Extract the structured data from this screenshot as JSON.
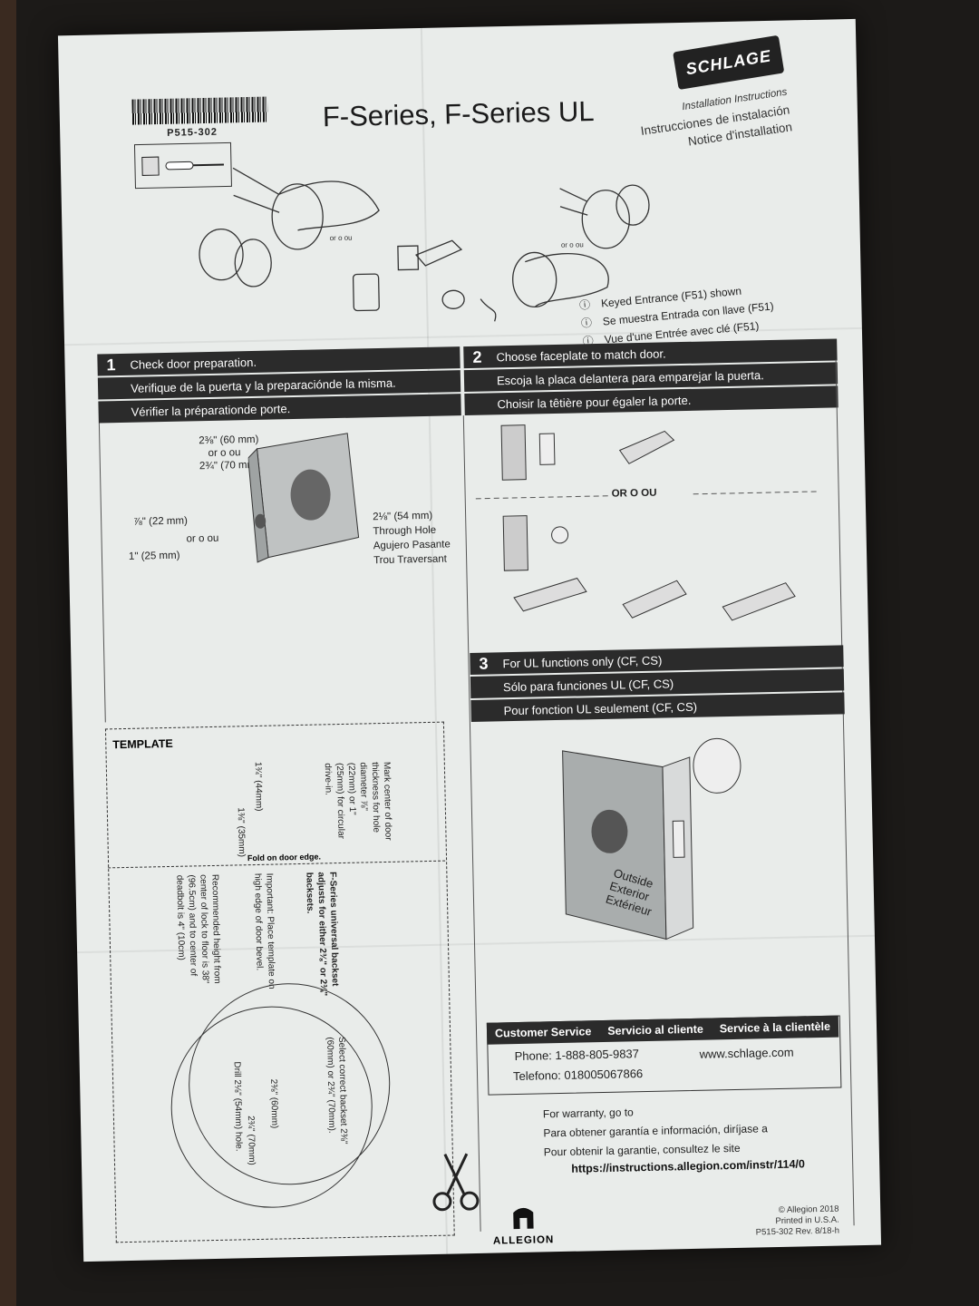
{
  "header": {
    "part_number": "P515-302",
    "title": "F-Series, F-Series UL",
    "brand": "SCHLAGE",
    "installation": [
      "Installation Instructions",
      "Instrucciones de instalación",
      "Notice d'installation"
    ]
  },
  "shown": [
    {
      "icon": "ⓘ",
      "text": "Keyed Entrance (F51) shown"
    },
    {
      "icon": "ⓘ",
      "text": "Se muestra Entrada con llave (F51)"
    },
    {
      "icon": "ⓘ",
      "text": "Vue d'une Entrée avec clé (F51)"
    }
  ],
  "exploded_labels": {
    "or1": "or o ou",
    "or2": "or o ou"
  },
  "step1": {
    "number": "1",
    "lines": [
      "Check door preparation.",
      "Verifique de la puerta y la preparaciónde la misma.",
      "Vérifier la préparationde porte."
    ],
    "backset_a": "2⅜\" (60 mm)",
    "or_a": "or  o  ou",
    "backset_b": "2¾\" (70 mm)",
    "hole": [
      "2⅛\" (54 mm)",
      "Through Hole",
      "Agujero Pasante",
      "Trou Traversant"
    ],
    "edge_a": "⅞\" (22 mm)",
    "or_b": "or  o  ou",
    "edge_b": "1\" (25 mm)"
  },
  "step2": {
    "number": "2",
    "lines": [
      "Choose faceplate to match door.",
      "Escoja la placa delantera para emparejar la puerta.",
      "Choisir la têtière pour égaler la porte."
    ],
    "or": "OR    O    OU"
  },
  "step3": {
    "number": "3",
    "lines": [
      "For UL functions only (CF, CS)",
      "Sólo para funciones UL (CF, CS)",
      "Pour fonction UL seulement (CF, CS)"
    ],
    "door_side": [
      "Outside",
      "Exterior",
      "Extérieur"
    ]
  },
  "template": {
    "label": "TEMPLATE",
    "mark_center": "Mark center of door thickness for hole diameter ⅞\" (22mm) or 1\" (25mm) for circular drive-in.",
    "dim_a": "1¾\" (44mm)",
    "dim_b": "1⅜\" (35mm)",
    "fold": "Fold on door edge.",
    "universal": "F-Series universal backset adjusts for either 2⅜\" or 2¾\" backsets.",
    "important": "Important: Place template on high edge of door bevel.",
    "height": "Recommended height from center of lock to floor is 38\" (96.5cm) and to center of deadbolt is 4\" (10cm)",
    "select": "Select correct backset 2⅜\" (60mm) or 2¾\" (70mm).",
    "b60": "2⅜\" (60mm)",
    "b70": "2¾\" (70mm)",
    "drill": "Drill 2⅛\" (54mm) hole."
  },
  "customer_service": {
    "headers": [
      "Customer Service",
      "Servicio al cliente",
      "Service à la clientèle"
    ],
    "phone": "Phone:  1-888-805-9837",
    "telefono": "Telefono:  018005067866",
    "web": "www.schlage.com"
  },
  "warranty": {
    "lines": [
      "For warranty, go to",
      "Para obtener garantía e información, diríjase a",
      "Pour obtenir la garantie, consultez le site"
    ],
    "url": "https://instructions.allegion.com/instr/114/0"
  },
  "footer": {
    "allegion": "ALLEGION",
    "copyright": [
      "© Allegion 2018",
      "Printed in U.S.A.",
      "P515-302 Rev. 8/18-h"
    ]
  }
}
